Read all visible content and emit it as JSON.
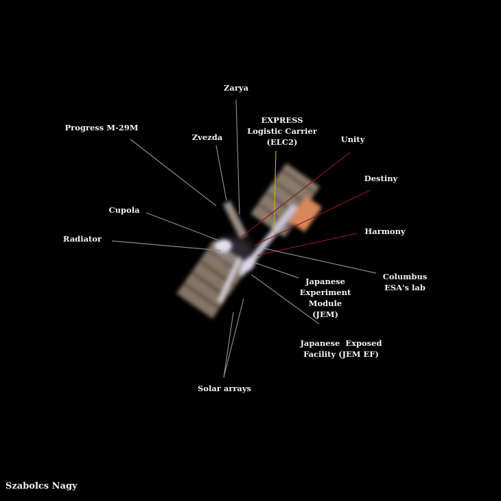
{
  "labels": {
    "zarya": "Zarya",
    "progress": "Progress M-29M",
    "zvezda": "Zvezda",
    "express": [
      "EXPRESS",
      "Logistic Carrier",
      "(ELC2)"
    ],
    "unity": "Unity",
    "destiny": "Destiny",
    "harmony": "Harmony",
    "cupola": "Cupola",
    "radiator": "Radiator",
    "columbus": [
      "Columbus",
      "ESA's lab"
    ],
    "jem": [
      "Japanese",
      "Experiment",
      "Module",
      "(JEM)"
    ],
    "jem_ef": [
      "Japanese  Exposed",
      "Facility (JEM EF)"
    ],
    "solar_arrays": "Solar arrays"
  },
  "credit": "Szabolcs Nagy",
  "colors": {
    "background": "#000000",
    "text": "#f2f2f2",
    "leader_gray": "#8a8a8a",
    "leader_red": "#8b1a1a",
    "leader_yellow": "#b5b020"
  }
}
